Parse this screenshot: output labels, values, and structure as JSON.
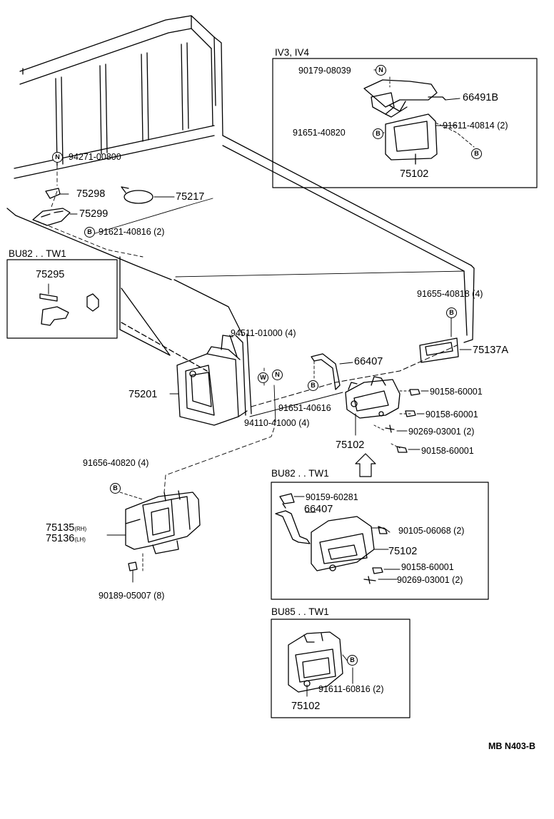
{
  "insets": {
    "iv": "IV3, IV4",
    "bu82_top": "BU82 . . TW1",
    "bu82_bottom": "BU82 . . TW1",
    "bu85": "BU85 . . TW1"
  },
  "badges": {
    "n": "N",
    "b": "B",
    "w": "W"
  },
  "parts": {
    "p90179": "90179-08039",
    "p66491b": "66491B",
    "p91651_40820": "91651-40820",
    "p91611_40814": "91611-40814 (2)",
    "p75102_iv": "75102",
    "p94271": "94271-00800",
    "p75298": "75298",
    "p75217": "75217",
    "p75299": "75299",
    "p91621": "91621-40816 (2)",
    "p75295": "75295",
    "p91655": "91655-40818 (4)",
    "p75137a": "75137A",
    "p94511": "94511-01000 (4)",
    "p66407_main": "66407",
    "p75201": "75201",
    "p91651_40616": "91651-40616",
    "p94110": "94110-41000 (4)",
    "p90158_a": "90158-60001",
    "p90158_b": "90158-60001",
    "p90269_a": "90269-03001 (2)",
    "p90158_c": "90158-60001",
    "p75102_main": "75102",
    "p91656": "91656-40820 (4)",
    "p75135": "75135",
    "p75135_suffix": "(RH)",
    "p75136": "75136",
    "p75136_suffix": "(LH)",
    "p90189": "90189-05007 (8)",
    "p90159": "90159-60281",
    "p66407_inset": "66407",
    "p90105": "90105-06068 (2)",
    "p75102_bu82": "75102",
    "p90158_d": "90158-60001",
    "p90269_b": "90269-03001 (2)",
    "p91611_60816": "91611-60816 (2)",
    "p75102_bu85": "75102"
  },
  "footer_code": "MB N403-B"
}
